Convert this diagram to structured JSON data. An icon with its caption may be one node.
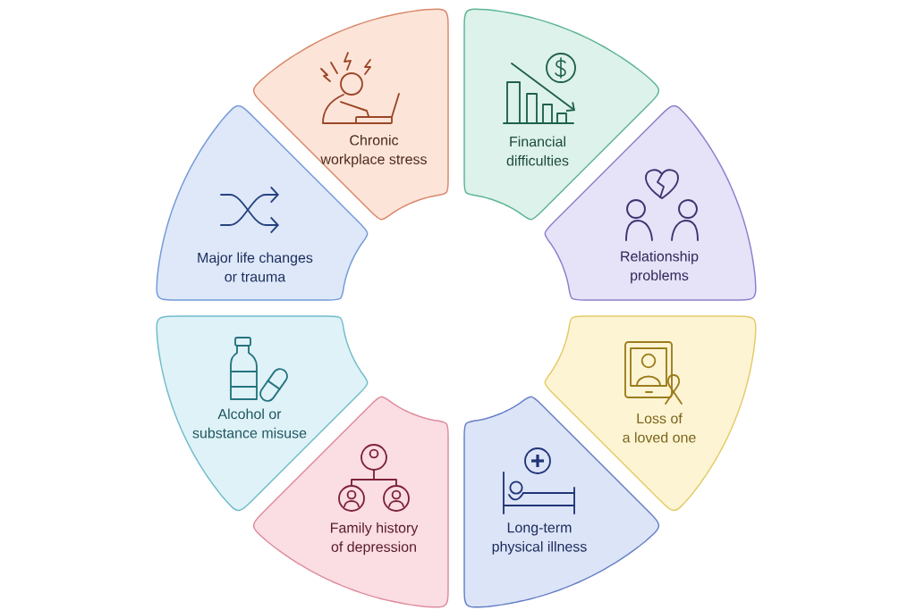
{
  "diagram": {
    "nodes": [
      {
        "text": [
          "Chronic workplace stress"
        ]
      },
      {
        "text": [
          "Financial difficulties"
        ]
      },
      {
        "text": [
          "Relationship problems"
        ]
      },
      {
        "text": [
          "Loss of a loved one"
        ]
      },
      {
        "text": [
          "Long-term physical illness"
        ]
      },
      {
        "text": [
          "Family history of depression"
        ]
      },
      {
        "text": [
          "Alcohol or substance misuse"
        ]
      },
      {
        "text": [
          "Major life changes or trauma"
        ]
      }
    ]
  }
}
